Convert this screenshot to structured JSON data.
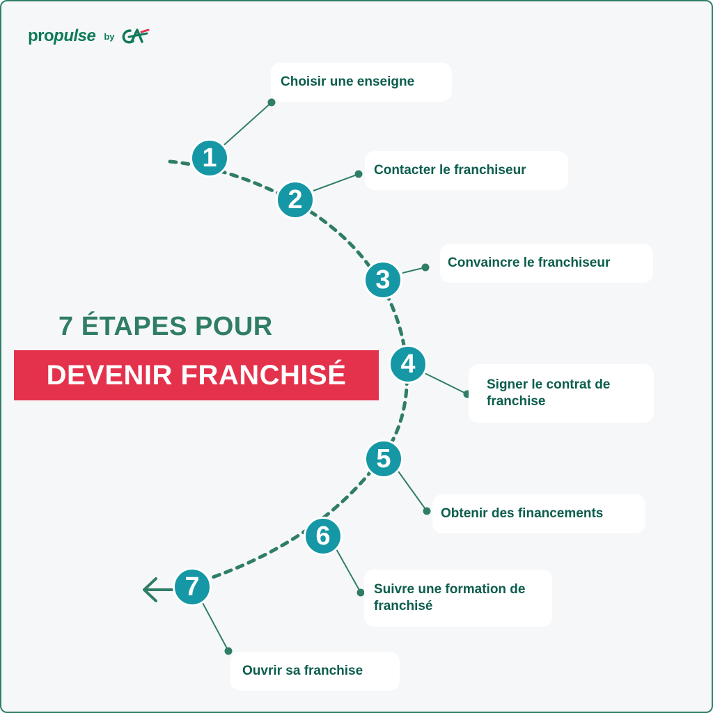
{
  "brand": {
    "name_prefix": "pro",
    "name_suffix": "pulse",
    "by": "by",
    "partner_logo": "credit-agricole-logo"
  },
  "title": {
    "line1": "7 ÉTAPES POUR",
    "line2": "DEVENIR FRANCHISÉ"
  },
  "colors": {
    "green": "#2f7d67",
    "dark_green": "#0b5d4c",
    "teal": "#1597a5",
    "red": "#e4324c",
    "background": "#f6f7f9"
  },
  "steps": [
    {
      "number": "1",
      "label": "Choisir une enseigne"
    },
    {
      "number": "2",
      "label": "Contacter le franchiseur"
    },
    {
      "number": "3",
      "label": "Convaincre le franchiseur"
    },
    {
      "number": "4",
      "label": "Signer le contrat de franchise"
    },
    {
      "number": "5",
      "label": "Obtenir des financements"
    },
    {
      "number": "6",
      "label": "Suivre une formation de franchisé"
    },
    {
      "number": "7",
      "label": "Ouvrir sa franchise"
    }
  ],
  "icons": {
    "path_end": "arrow-left-icon"
  }
}
